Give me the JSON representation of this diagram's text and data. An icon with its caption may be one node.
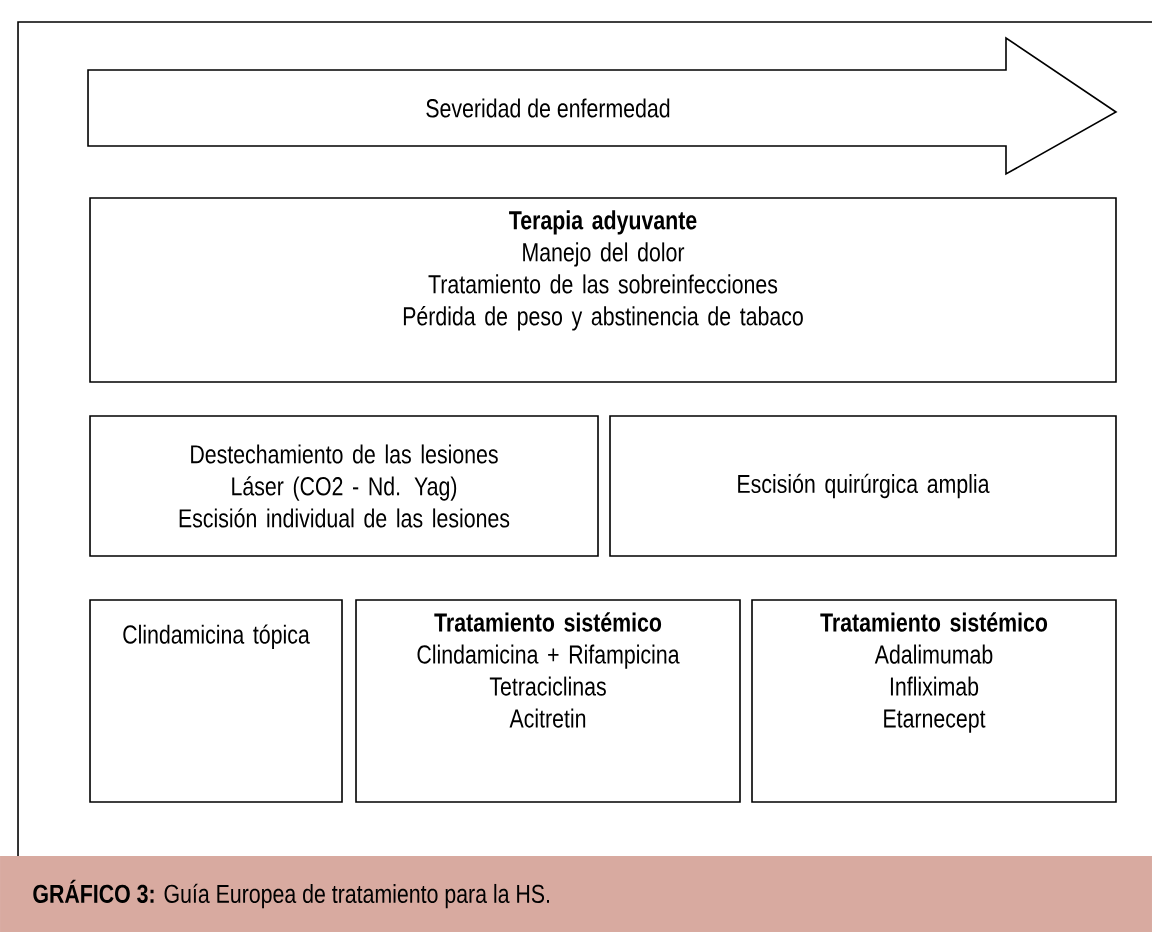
{
  "diagram": {
    "caption": "**GRÁFICO 3:** Guía Europea de tratamiento para la HS.",
    "nodes": [
      {
        "text": [
          "Severidad de enfermedad"
        ]
      },
      {
        "text": [
          "Terapia adyuvante",
          "Manejo del dolor",
          "Tratamiento de las sobreinfecciones",
          "Pérdida de peso y abstinencia de tabaco"
        ]
      },
      {
        "text": [
          "Destechamiento de las lesiones",
          "Láser (CO2 - Nd. Yag)",
          "Escisión individual de las lesiones"
        ]
      },
      {
        "text": [
          "Escisión quirúrgica amplia"
        ]
      },
      {
        "text": [
          "Clindamicina tópica"
        ]
      },
      {
        "text": [
          "Tratamiento sistémico",
          "Clindamicina + Rifampicina",
          "Tetraciclinas",
          "Acitretin"
        ]
      },
      {
        "text": [
          "Tratamiento sistémico",
          "Adalimumab",
          "Infliximab",
          "Etarnecept"
        ]
      }
    ]
  }
}
